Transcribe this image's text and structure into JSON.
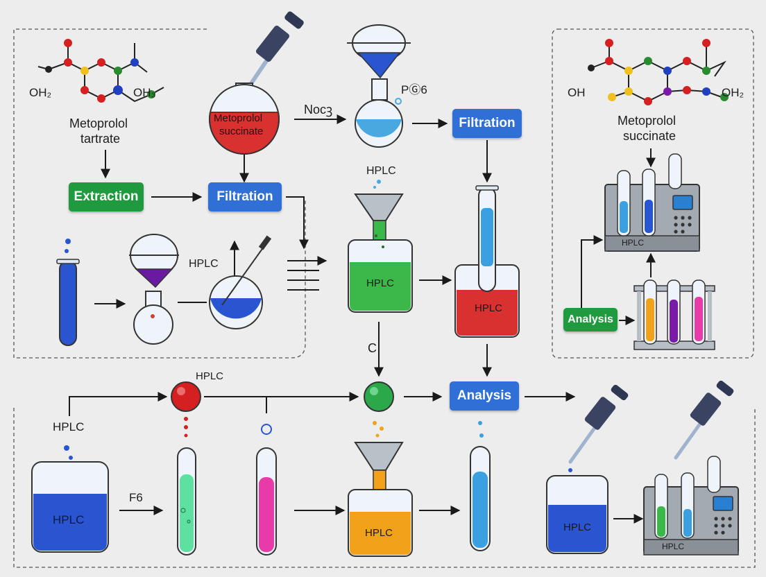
{
  "colors": {
    "green_box": "#1f9a3e",
    "blue_box": "#2f6fd6",
    "liquid_blue": "#2a55d0",
    "liquid_red": "#d93030",
    "liquid_green": "#3cb84a",
    "liquid_orange": "#f2a21a",
    "liquid_magenta": "#e83aa8",
    "liquid_purple": "#7a1aa8",
    "liquid_mint": "#5de0a0"
  },
  "left_panel": {
    "molecule_oh2": "OH₂",
    "molecule_oh3": "OH₃",
    "compound_line1": "Metoprolol",
    "compound_line2": "tartrate",
    "extraction": "Extraction",
    "filtration": "Filtration",
    "flask_line1": "Metoprolol",
    "flask_line2": "succinate",
    "hplc": "HPLC"
  },
  "center": {
    "noc_label": "Nocꝫ",
    "pg_label": "PⒼ6",
    "filtration": "Filtration",
    "hplc_top": "HPLC",
    "beaker_green": "HPLC",
    "beaker_red": "HPLC",
    "c_label": "C"
  },
  "right_panel": {
    "compound_line1": "Metoprolol",
    "compound_line2": "succinate",
    "oh_left": "OH",
    "oh2_right": "OH₂",
    "machine": "HPLC",
    "analysis": "Analysis"
  },
  "bottom": {
    "hplc_top": "HPLC",
    "hplc_left": "HPLC",
    "beaker_blue": "HPLC",
    "f_label": "F6",
    "beaker_orange": "HPLC",
    "analysis": "Analysis",
    "beaker_small": "HPLC",
    "machine": "HPLC"
  }
}
